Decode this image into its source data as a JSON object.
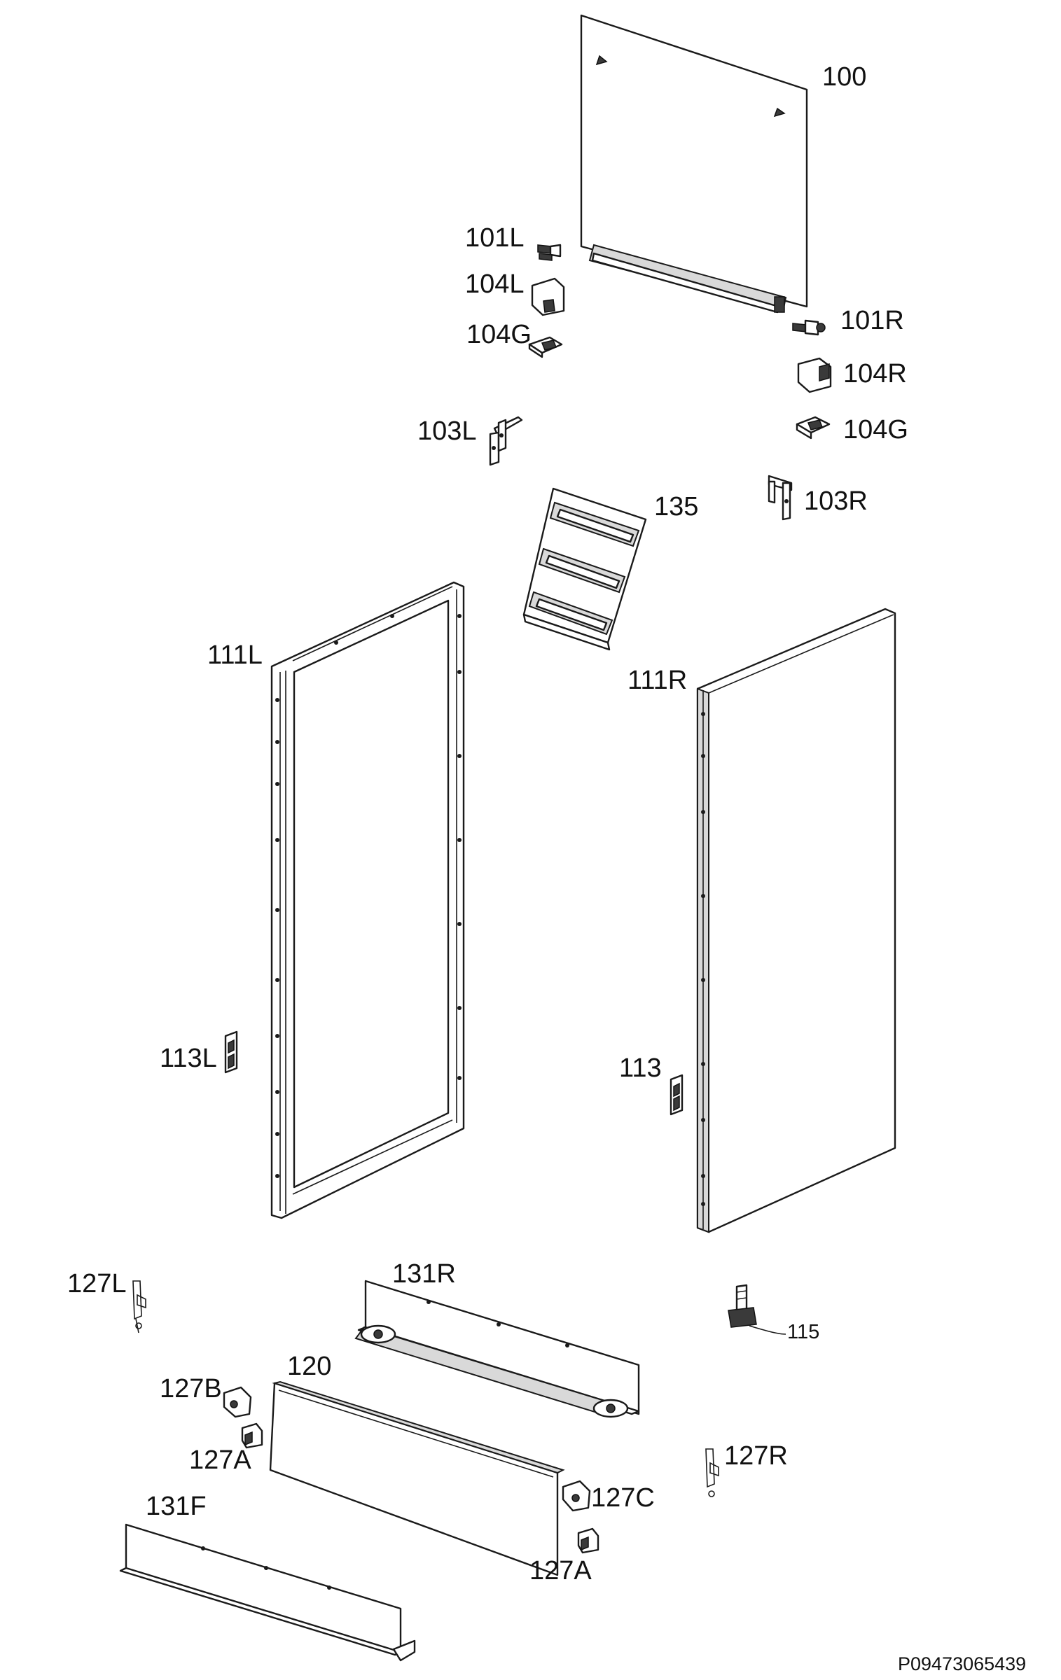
{
  "diagram": {
    "labels": {
      "p100": "100",
      "p101L": "101L",
      "p104L": "104L",
      "p104G_left": "104G",
      "p101R": "101R",
      "p104R": "104R",
      "p104G_right": "104G",
      "p103L": "103L",
      "p103R": "103R",
      "p135": "135",
      "p111L": "111L",
      "p111R": "111R",
      "p113L": "113L",
      "p113": "113",
      "p127L": "127L",
      "p131R": "131R",
      "p115": "115",
      "p127B": "127B",
      "p120": "120",
      "p127A_left": "127A",
      "p127R": "127R",
      "p127C": "127C",
      "p131F": "131F",
      "p127A_right": "127A"
    },
    "reference_code": "P09473065439"
  }
}
